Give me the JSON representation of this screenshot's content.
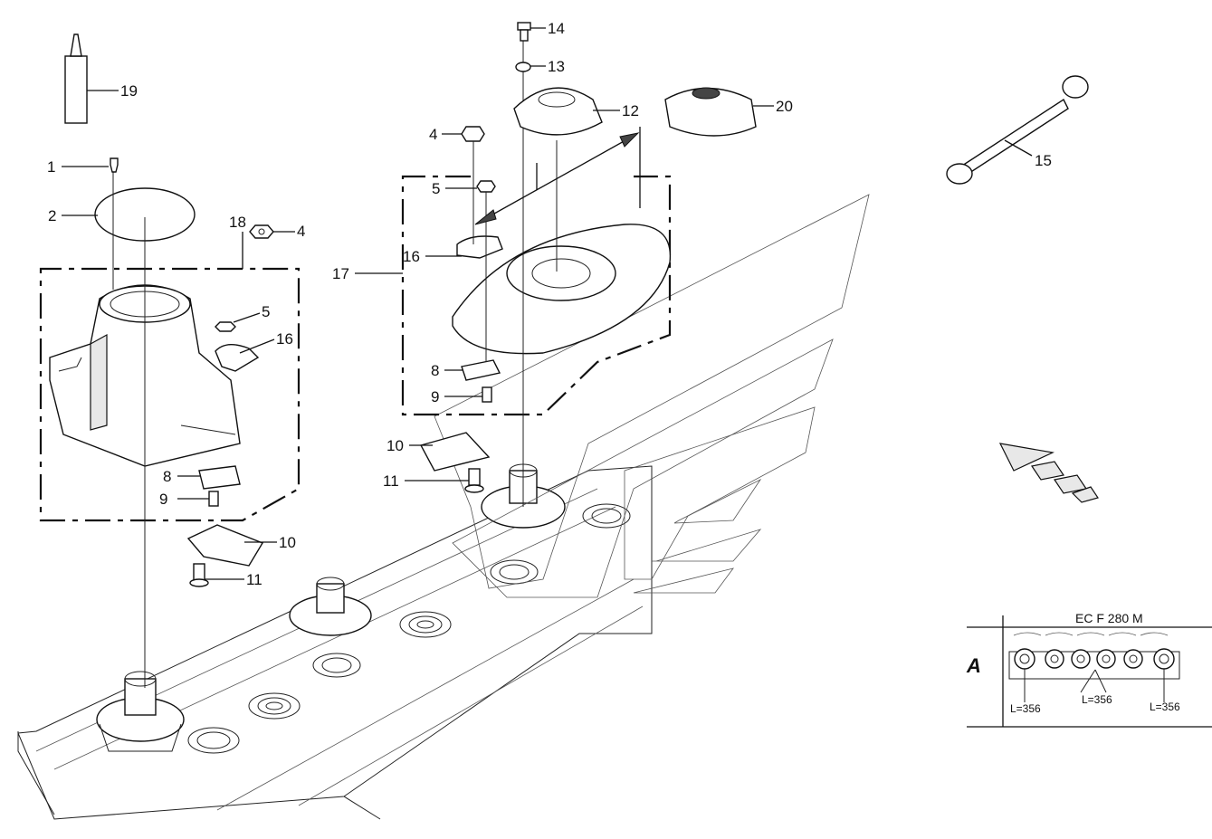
{
  "callouts": {
    "c1": "1",
    "c2": "2",
    "c4a": "4",
    "c4b": "4",
    "c5a": "5",
    "c5b": "5",
    "c8a": "8",
    "c8b": "8",
    "c9a": "9",
    "c9b": "9",
    "c10a": "10",
    "c10b": "10",
    "c11a": "11",
    "c11b": "11",
    "c12": "12",
    "c13": "13",
    "c14": "14",
    "c15": "15",
    "c16a": "16",
    "c16b": "16",
    "c17": "17",
    "c18": "18",
    "c19": "19",
    "c20": "20"
  },
  "inset": {
    "view_letter": "A",
    "model": "EC F 280 M",
    "length_left": "L=356",
    "length_middle": "L=356",
    "length_right": "L=356"
  }
}
